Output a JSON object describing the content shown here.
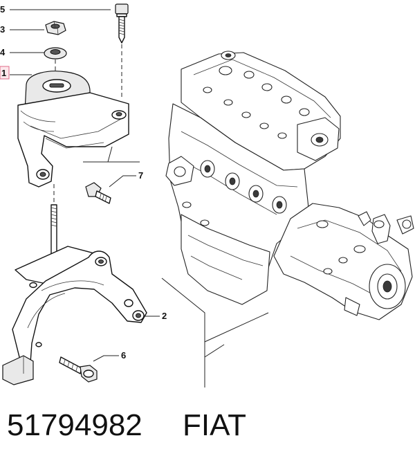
{
  "callouts": [
    {
      "label": "5"
    },
    {
      "label": "3"
    },
    {
      "label": "4"
    },
    {
      "label": "1"
    },
    {
      "label": "7"
    },
    {
      "label": "2"
    },
    {
      "label": "6"
    }
  ],
  "footer": {
    "part_number": "51794982",
    "brand": "FIAT"
  },
  "colors": {
    "highlight_box": "#fde8ec",
    "highlight_border": "#e06a88",
    "line": "#111111"
  }
}
